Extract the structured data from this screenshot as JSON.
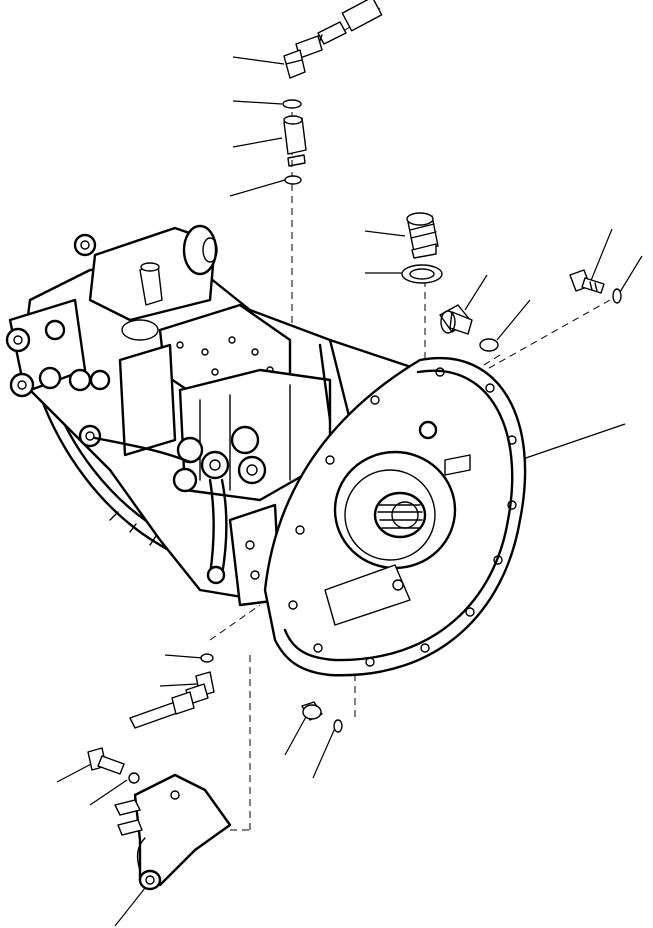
{
  "drawing": {
    "kind": "exploded parts diagram",
    "colors": {
      "ink": "#000000",
      "paper": "#ffffff"
    },
    "components": [
      "elbow-fitting-top",
      "o-ring-top-1",
      "adapter-top",
      "o-ring-top-2",
      "plug",
      "gasket",
      "bolt-right",
      "washer-right",
      "plug-right",
      "o-ring-right",
      "hydraulic-pump-assembly",
      "flange-housing",
      "spline-shaft",
      "o-ring-left",
      "elbow-fitting-left",
      "hose-fitting-left",
      "nut-bottom",
      "washer-bottom",
      "bolt-bracket",
      "washer-bracket",
      "bracket"
    ]
  }
}
